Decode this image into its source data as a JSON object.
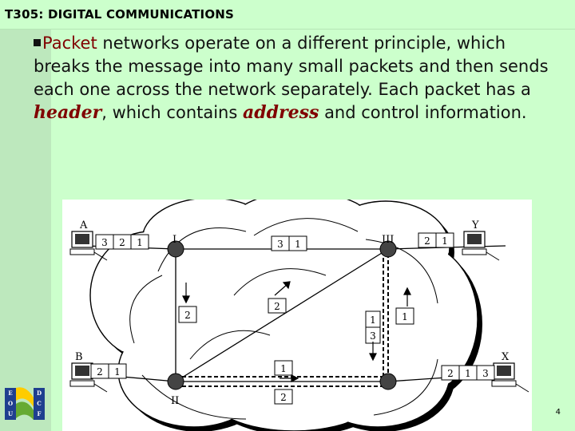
{
  "header": {
    "title": "T305: DIGITAL COMMUNICATIONS"
  },
  "body": {
    "lead_word": "Packet",
    "text_1": " networks operate on a different principle, which breaks the message into many small packets and then sends each one across the network separately. Each packet has a ",
    "em_header": "header",
    "text_2": ", which contains ",
    "em_address": "address",
    "text_3": " and control information."
  },
  "figure": {
    "hosts": {
      "a": "A",
      "b": "B",
      "x": "X",
      "y": "Y"
    },
    "nodes": {
      "n1": "I",
      "n2": "II",
      "n3": "III"
    },
    "packets": {
      "a_3": "3",
      "a_2": "2",
      "a_1": "1",
      "b_2": "2",
      "b_1": "1",
      "y_2": "2",
      "y_1": "1",
      "x_2": "2",
      "x_1": "1",
      "x_3": "3",
      "i_iii_3": "3",
      "i_iii_1": "1",
      "i_ii_2": "2",
      "diag_2": "2",
      "iii_ii_1": "1",
      "iii_ii_3": "3",
      "ii_iii_1": "1",
      "bottom_1": "1",
      "bottom_2": "2"
    }
  },
  "logo": {
    "letters": [
      "E",
      "O",
      "U",
      "D",
      "C",
      "F"
    ]
  },
  "footer": {
    "page_number": "4"
  },
  "colors": {
    "background": "#ccffcc",
    "emphasis": "#800000",
    "figure_bg": "#ffffff"
  },
  "icons": {
    "bullet": "square-bullet-icon",
    "computer": "computer-terminal-icon",
    "logo": "institution-logo"
  }
}
